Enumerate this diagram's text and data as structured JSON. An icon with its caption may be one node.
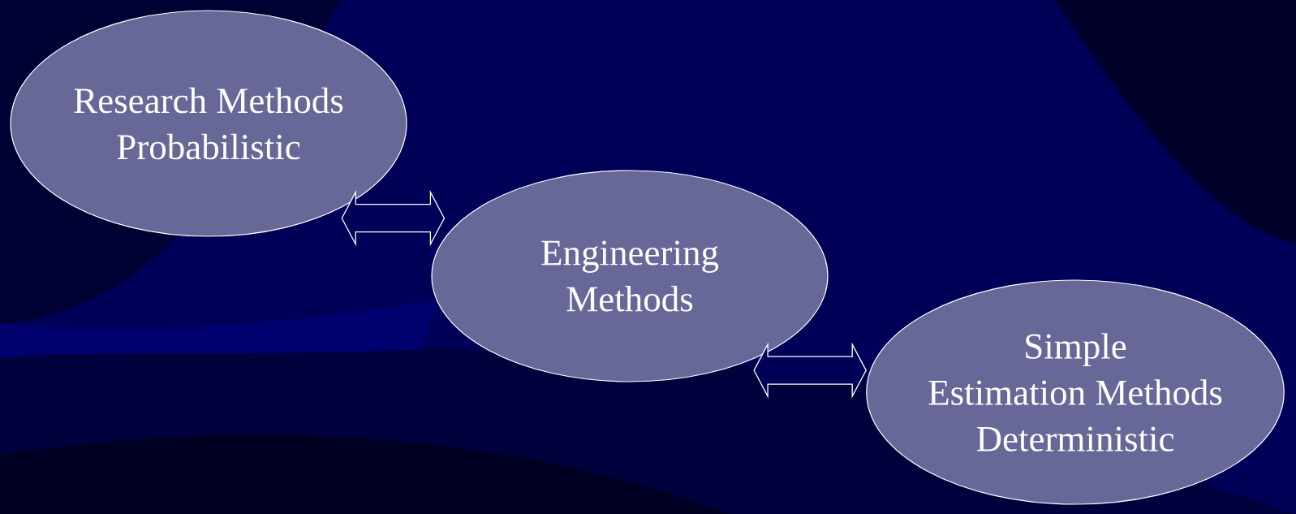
{
  "diagram": {
    "nodes": [
      {
        "text": [
          "Research Methods",
          "Probabilistic"
        ]
      },
      {
        "text": [
          "Engineering",
          "Methods"
        ]
      },
      {
        "text": [
          "Simple",
          "Estimation  Methods",
          "Deterministic"
        ]
      }
    ],
    "edges": [
      {
        "from": 0,
        "to": 1,
        "arrow": "both"
      },
      {
        "from": 1,
        "to": 2,
        "arrow": "both"
      }
    ]
  }
}
